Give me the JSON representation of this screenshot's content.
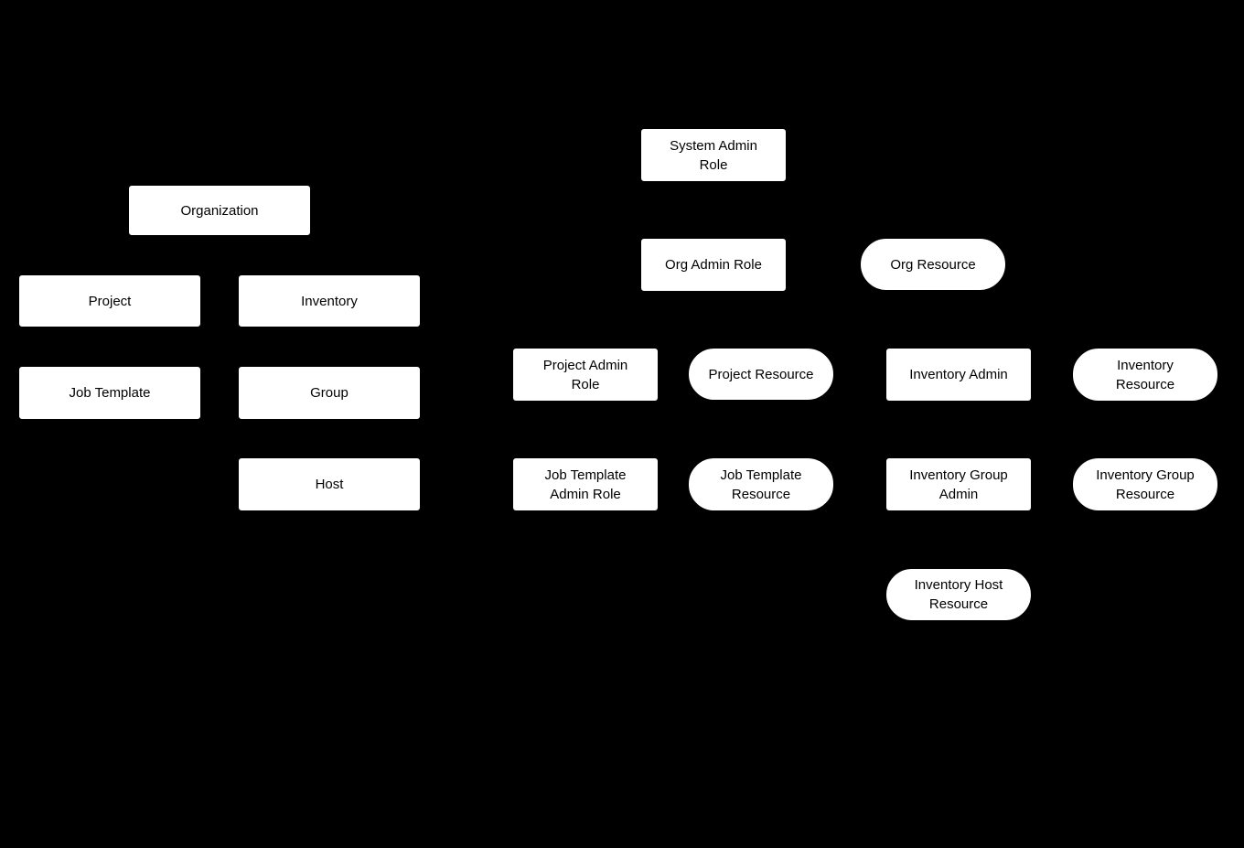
{
  "diagram": {
    "title": "RBAC role and resource hierarchy diagram",
    "colors": {
      "background": "#000000",
      "node_fill": "#ffffff",
      "node_text": "#000000"
    },
    "nodes": [
      {
        "id": "organization",
        "shape": "rect",
        "label": "Organization"
      },
      {
        "id": "project",
        "shape": "rect",
        "label": "Project"
      },
      {
        "id": "inventory",
        "shape": "rect",
        "label": "Inventory"
      },
      {
        "id": "job-template",
        "shape": "rect",
        "label": "Job Template"
      },
      {
        "id": "group",
        "shape": "rect",
        "label": "Group"
      },
      {
        "id": "host",
        "shape": "rect",
        "label": "Host"
      },
      {
        "id": "system-admin-role",
        "shape": "rect",
        "label": "System Admin\nRole"
      },
      {
        "id": "org-admin-role",
        "shape": "rect",
        "label": "Org Admin Role"
      },
      {
        "id": "org-resource",
        "shape": "pill",
        "label": "Org Resource"
      },
      {
        "id": "project-admin-role",
        "shape": "rect",
        "label": "Project Admin\nRole"
      },
      {
        "id": "project-resource",
        "shape": "pill",
        "label": "Project Resource"
      },
      {
        "id": "inventory-admin",
        "shape": "rect",
        "label": "Inventory Admin"
      },
      {
        "id": "inventory-resource",
        "shape": "pill",
        "label": "Inventory\nResource"
      },
      {
        "id": "job-template-admin-role",
        "shape": "rect",
        "label": "Job Template\nAdmin Role"
      },
      {
        "id": "job-template-resource",
        "shape": "pill",
        "label": "Job Template\nResource"
      },
      {
        "id": "inventory-group-admin",
        "shape": "rect",
        "label": "Inventory Group\nAdmin"
      },
      {
        "id": "inventory-group-resource",
        "shape": "pill",
        "label": "Inventory Group\nResource"
      },
      {
        "id": "inventory-host-resource",
        "shape": "pill",
        "label": "Inventory Host\nResource"
      }
    ]
  }
}
